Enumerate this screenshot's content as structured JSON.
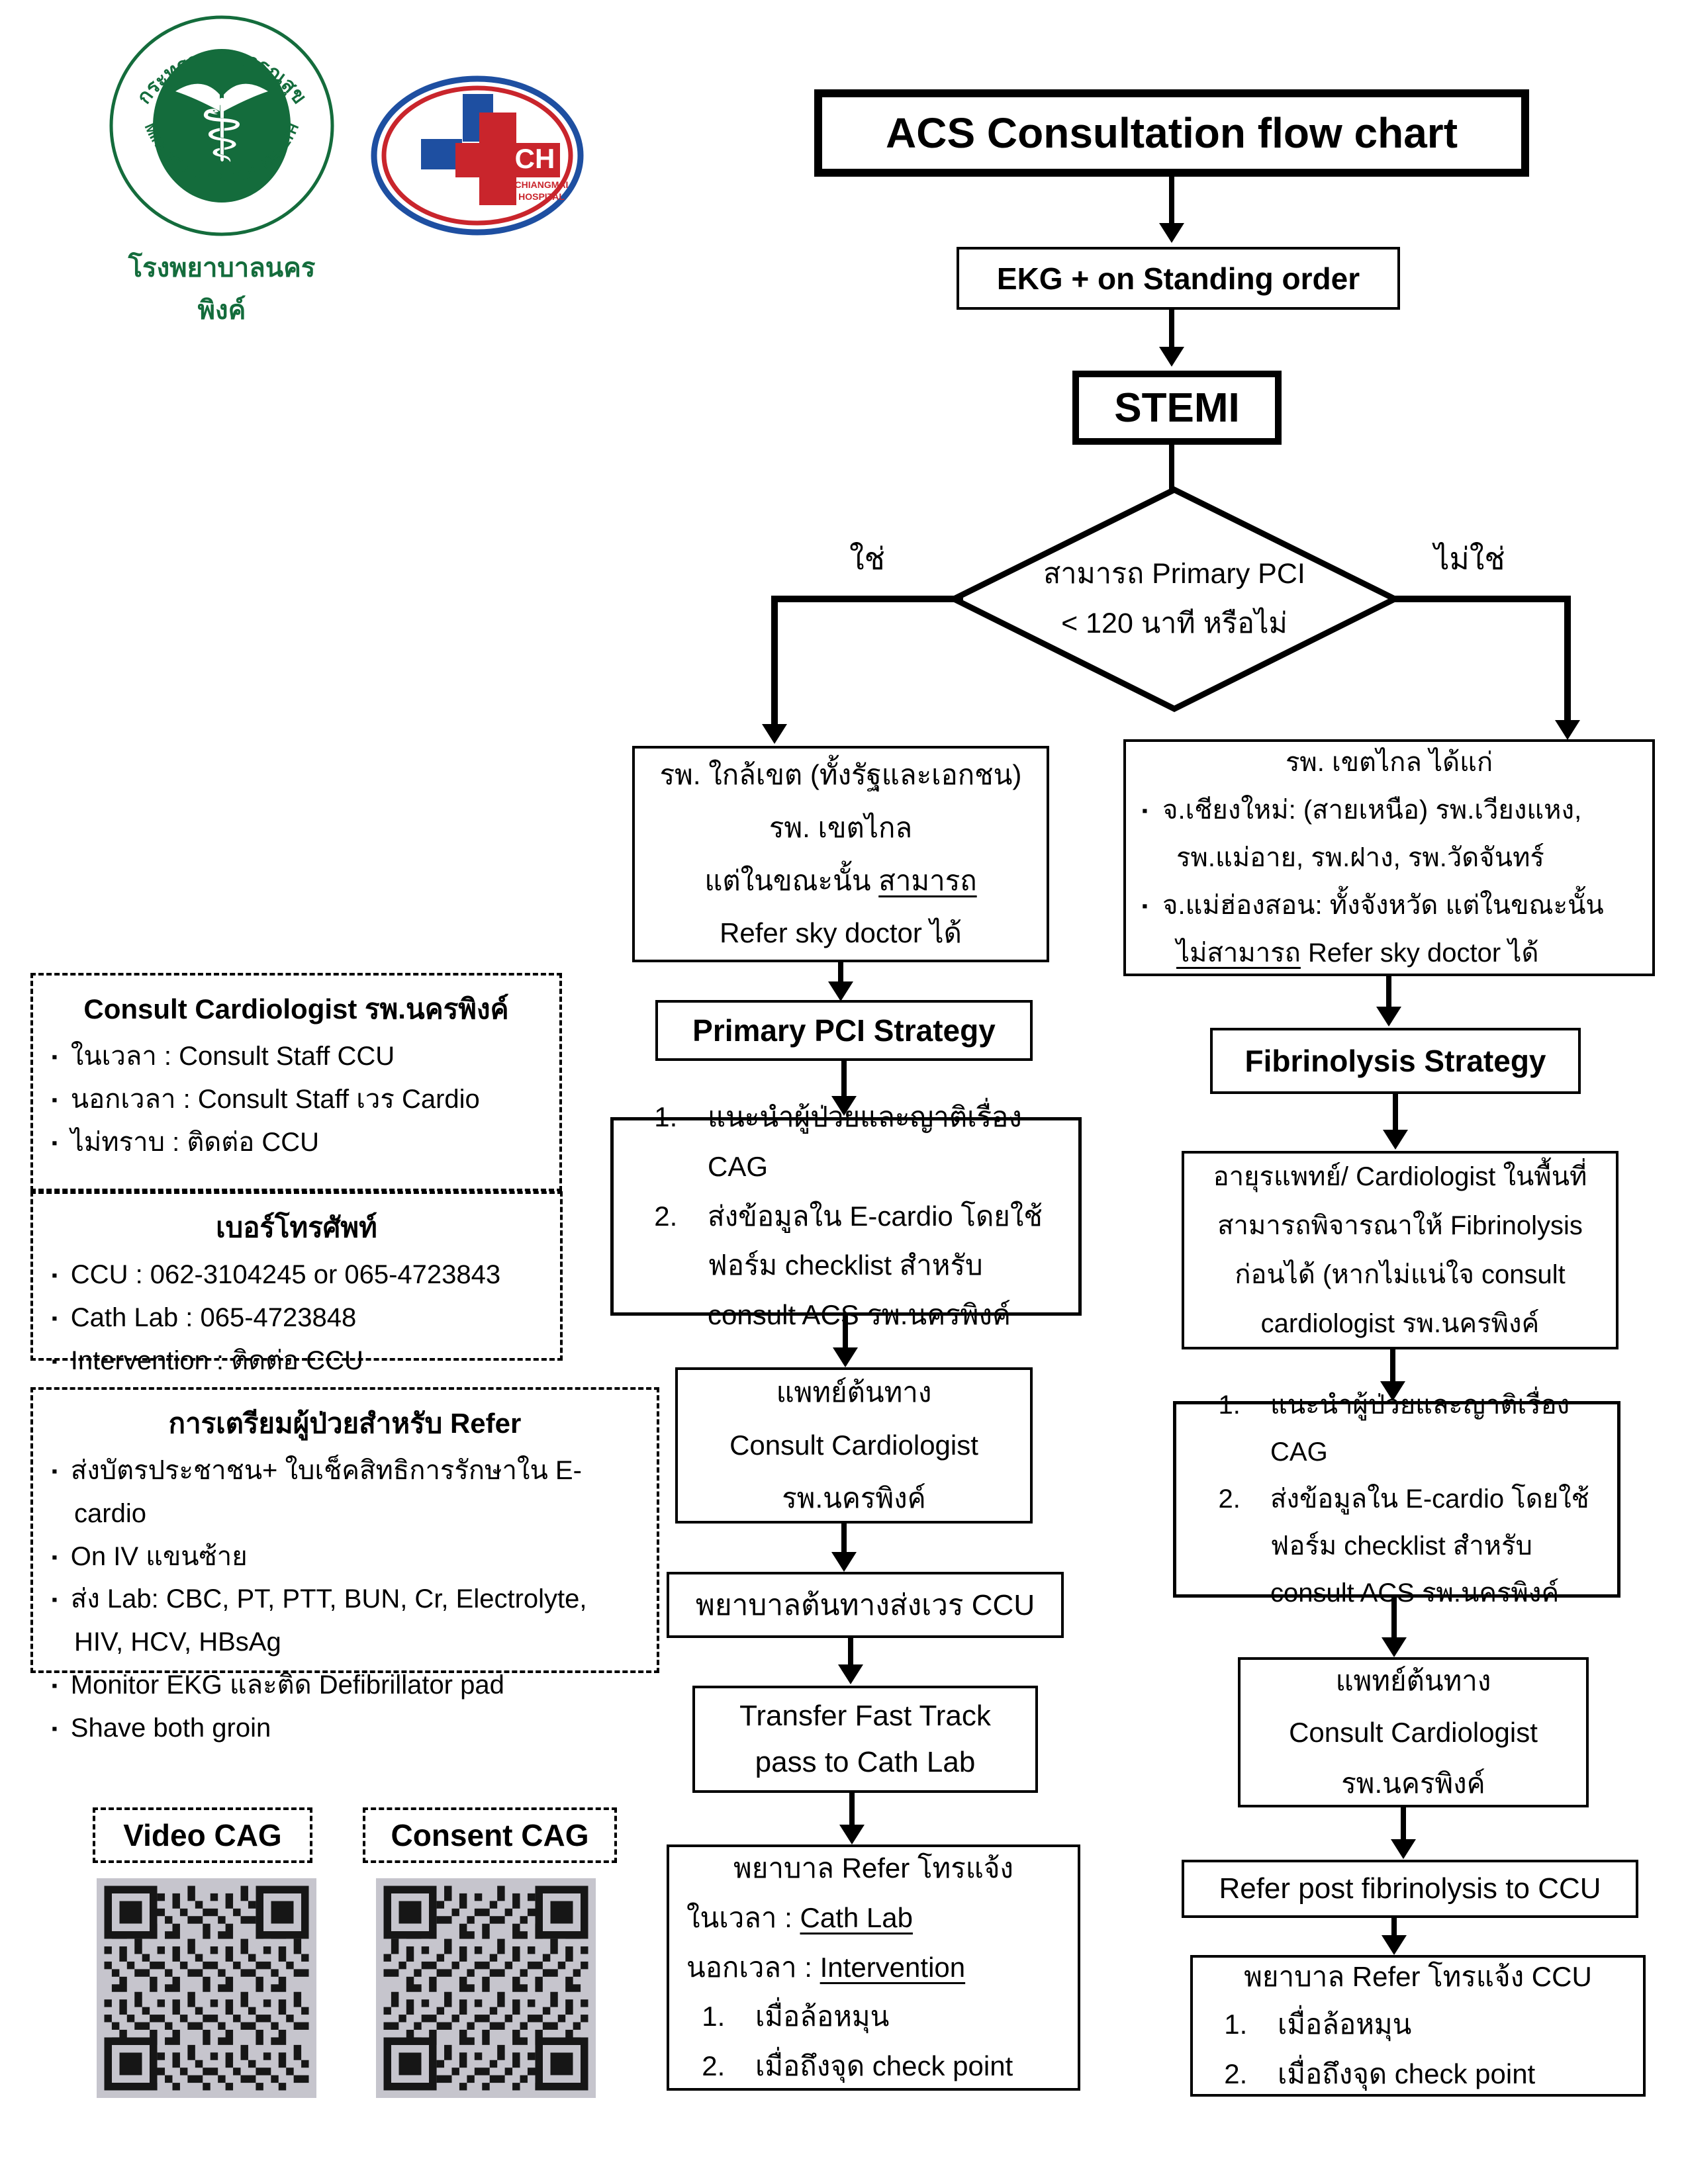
{
  "header": {
    "title": "ACS Consultation flow chart",
    "moph_logo": {
      "arc_top": "กระทรวงสาธารณสุข",
      "arc_bottom": "MINISTRY OF PUBLIC HEALTH",
      "caption": "โรงพยาบาลนครพิงค์"
    },
    "ch_logo": {
      "abbr": "CH",
      "name1": "CHIANGMAI",
      "name2": "HOSPITAL"
    }
  },
  "flow": {
    "ekg": "EKG + on Standing order",
    "stemi": "STEMI",
    "decision": {
      "line1": "สามารถ Primary PCI",
      "line2": "< 120 นาที หรือไม่",
      "yes_label": "ใช่",
      "no_label": "ไม่ใช่"
    },
    "left": {
      "hospital": {
        "line1": "รพ. ใกล้เขต (ทั้งรัฐและเอกชน)",
        "line2": "รพ. เขตไกล",
        "line3_prefix": "แต่ในขณะนั้น ",
        "line3_underline": "สามารถ",
        "line4": "Refer sky doctor ได้"
      },
      "strategy": "Primary PCI Strategy",
      "steps": [
        "แนะนำผู้ป่วยและญาติเรื่อง CAG",
        "ส่งข้อมูลใน E-cardio โดยใช้ฟอร์ม checklist สำหรับ consult ACS รพ.นครพิงค์"
      ],
      "consult": {
        "line1": "แพทย์ต้นทาง",
        "line2": "Consult Cardiologist",
        "line3": "รพ.นครพิงค์"
      },
      "nurse": "พยาบาลต้นทางส่งเวร CCU",
      "transfer": {
        "line1": "Transfer Fast Track",
        "line2": "pass to Cath Lab"
      },
      "notify": {
        "heading": "พยาบาล Refer โทรแจ้ง",
        "inhours_label": "ในเวลา : ",
        "inhours_value": "Cath Lab",
        "offhours_label": "นอกเวลา : ",
        "offhours_value": "Intervention",
        "steps": [
          "เมื่อล้อหมุน",
          "เมื่อถึงจุด check point"
        ]
      }
    },
    "right": {
      "hospital": {
        "heading": "รพ. เขตไกล ได้แก่",
        "bullet1": "จ.เชียงใหม่: (สายเหนือ) รพ.เวียงแหง, รพ.แม่อาย, รพ.ฝาง, รพ.วัดจันทร์",
        "bullet2_prefix": "จ.แม่ฮ่องสอน: ทั้งจังหวัด แต่ในขณะนั้น ",
        "bullet2_underline": "ไม่สามารถ",
        "bullet2_suffix": " Refer sky doctor ได้"
      },
      "strategy": "Fibrinolysis Strategy",
      "physician": {
        "line1": "อายุรแพทย์/ Cardiologist ในพื้นที่",
        "line2": "สามารถพิจารณาให้ Fibrinolysis",
        "line3": "ก่อนได้ (หากไม่แน่ใจ consult",
        "line4": "cardiologist รพ.นครพิงค์"
      },
      "steps": [
        "แนะนำผู้ป่วยและญาติเรื่อง CAG",
        "ส่งข้อมูลใน E-cardio โดยใช้ฟอร์ม checklist สำหรับ consult ACS รพ.นครพิงค์"
      ],
      "consult": {
        "line1": "แพทย์ต้นทาง",
        "line2": "Consult Cardiologist",
        "line3": "รพ.นครพิงค์"
      },
      "refer": "Refer post fibrinolysis to CCU",
      "notify": {
        "heading": "พยาบาล Refer โทรแจ้ง CCU",
        "steps": [
          "เมื่อล้อหมุน",
          "เมื่อถึงจุด check point"
        ]
      }
    }
  },
  "panels": {
    "consult": {
      "title": "Consult Cardiologist รพ.นครพิงค์",
      "items": [
        "ในเวลา : Consult Staff CCU",
        "นอกเวลา : Consult Staff เวร Cardio",
        "ไม่ทราบ : ติดต่อ CCU"
      ]
    },
    "phones": {
      "title": "เบอร์โทรศัพท์",
      "items": [
        "CCU : 062-3104245 or 065-4723843",
        "Cath Lab : 065-4723848",
        "Intervention : ติดต่อ CCU"
      ]
    },
    "prep": {
      "title": "การเตรียมผู้ป่วยสำหรับ Refer",
      "items": [
        "ส่งบัตรประชาชน+ ใบเช็คสิทธิการรักษาใน E-cardio",
        "On IV แขนซ้าย",
        "ส่ง Lab: CBC, PT, PTT, BUN, Cr, Electrolyte, HIV, HCV, HBsAg",
        "Monitor EKG และติด Defibrillator pad",
        "Shave both groin"
      ]
    }
  },
  "qr": {
    "video_label": "Video CAG",
    "consent_label": "Consent CAG"
  },
  "colors": {
    "ink": "#000000",
    "moph_green": "#146c3c",
    "ch_red": "#c9252c",
    "ch_blue": "#1e4fa1",
    "qr_bg": "#c6c5cd"
  }
}
